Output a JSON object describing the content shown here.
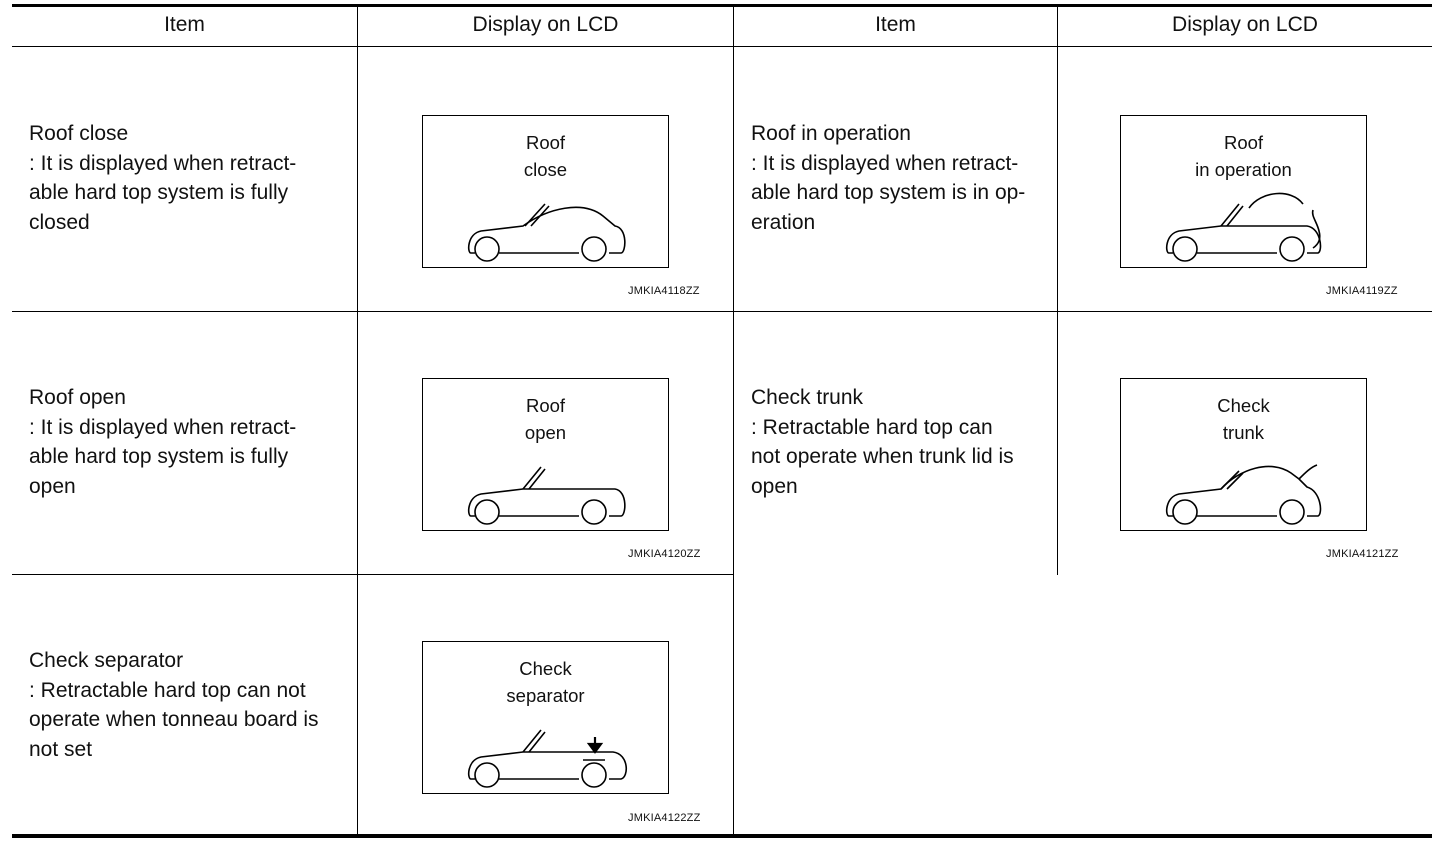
{
  "table": {
    "headers": [
      "Item",
      "Display on LCD",
      "Item",
      "Display on LCD"
    ],
    "rows": [
      {
        "left": {
          "item": "Roof close\n: It is displayed when retract-\nable hard top system is fully\nclosed",
          "lcd_text": "Roof\nclose",
          "figure_code": "JMKIA4118ZZ",
          "illustration": "car-roof-closed-icon"
        },
        "right": {
          "item": "Roof in operation\n: It is displayed when retract-\nable hard top system is in op-\neration",
          "lcd_text": "Roof\nin operation",
          "figure_code": "JMKIA4119ZZ",
          "illustration": "car-roof-in-operation-icon"
        }
      },
      {
        "left": {
          "item": "Roof open\n: It is displayed when retract-\nable hard top system is fully\nopen",
          "lcd_text": "Roof\nopen",
          "figure_code": "JMKIA4120ZZ",
          "illustration": "car-roof-open-icon"
        },
        "right": {
          "item": "Check trunk\n: Retractable hard top can\nnot operate when trunk lid is\nopen",
          "lcd_text": "Check\ntrunk",
          "figure_code": "JMKIA4121ZZ",
          "illustration": "car-trunk-open-icon"
        }
      },
      {
        "left": {
          "item": "Check separator\n: Retractable hard top can not\noperate when tonneau board is\nnot set",
          "lcd_text": "Check\nseparator",
          "figure_code": "JMKIA4122ZZ",
          "illustration": "car-separator-arrow-icon"
        }
      }
    ]
  }
}
